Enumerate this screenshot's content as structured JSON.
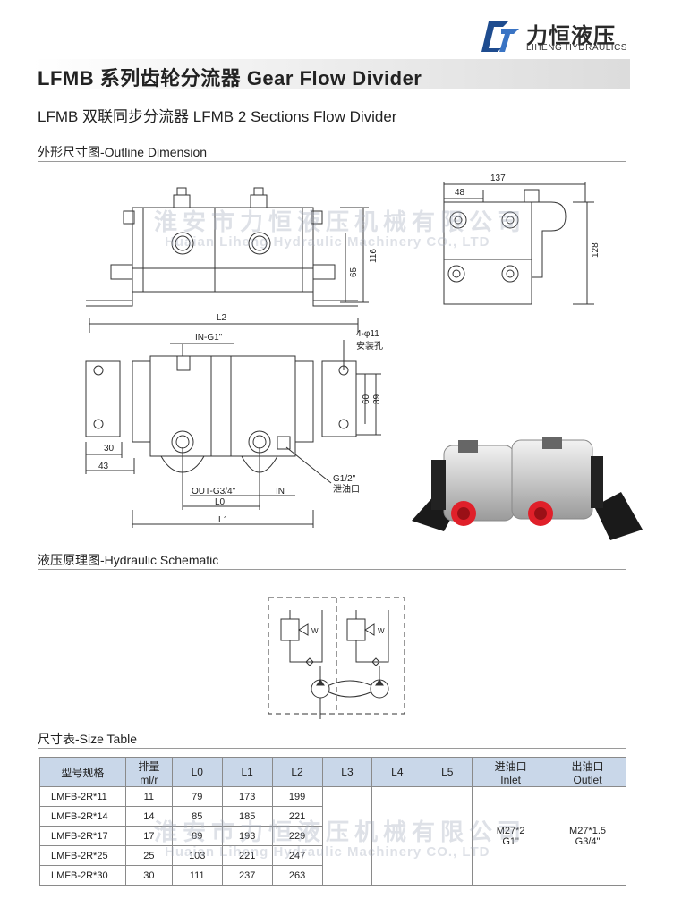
{
  "logo": {
    "cn": "力恒液压",
    "en": "LIHENG HYDRAULICS"
  },
  "title": "LFMB 系列齿轮分流器 Gear Flow Divider",
  "subtitle": "LFMB 双联同步分流器 LFMB 2 Sections Flow Divider",
  "sections": {
    "outline": "外形尺寸图-Outline Dimension",
    "schematic": "液压原理图-Hydraulic Schematic",
    "size_table": "尺寸表-Size Table"
  },
  "watermark": {
    "cn": "淮安市力恒液压机械有限公司",
    "en": "Huaian Liheng Hydraulic Machinery CO., LTD"
  },
  "dims": {
    "d137": "137",
    "d48": "48",
    "d128": "128",
    "d116": "116",
    "d65": "65",
    "L2": "L2",
    "in_g1": "IN-G1\"",
    "mount_hole": "4-φ11",
    "mount_hole_cn": "安装孔",
    "d60": "60",
    "d89": "89",
    "d30": "30",
    "d43": "43",
    "drain_g": "G1/2\"",
    "drain_cn": "泄油口",
    "out": "OUT-G3/4\"",
    "in": "IN",
    "L0": "L0",
    "L1": "L1",
    "w": "W"
  },
  "table": {
    "headers": [
      {
        "cn": "型号规格",
        "en": ""
      },
      {
        "cn": "排量",
        "en": "ml/r"
      },
      {
        "cn": "L0",
        "en": ""
      },
      {
        "cn": "L1",
        "en": ""
      },
      {
        "cn": "L2",
        "en": ""
      },
      {
        "cn": "L3",
        "en": ""
      },
      {
        "cn": "L4",
        "en": ""
      },
      {
        "cn": "L5",
        "en": ""
      },
      {
        "cn": "进油口",
        "en": "Inlet"
      },
      {
        "cn": "出油口",
        "en": "Outlet"
      }
    ],
    "rows": [
      {
        "model": "LMFB-2R*11",
        "disp": "11",
        "L0": "79",
        "L1": "173",
        "L2": "199"
      },
      {
        "model": "LMFB-2R*14",
        "disp": "14",
        "L0": "85",
        "L1": "185",
        "L2": "221"
      },
      {
        "model": "LMFB-2R*17",
        "disp": "17",
        "L0": "89",
        "L1": "193",
        "L2": "229"
      },
      {
        "model": "LMFB-2R*25",
        "disp": "25",
        "L0": "103",
        "L1": "221",
        "L2": "247"
      },
      {
        "model": "LMFB-2R*30",
        "disp": "30",
        "L0": "111",
        "L1": "237",
        "L2": "263"
      }
    ],
    "inlet": [
      "M27*2",
      "G1\""
    ],
    "outlet": [
      "M27*1.5",
      "G3/4\""
    ]
  },
  "colors": {
    "header_bg": "#c9d7e9",
    "logo_blue": "#1e4c8f",
    "port_red": "#e0202a"
  }
}
